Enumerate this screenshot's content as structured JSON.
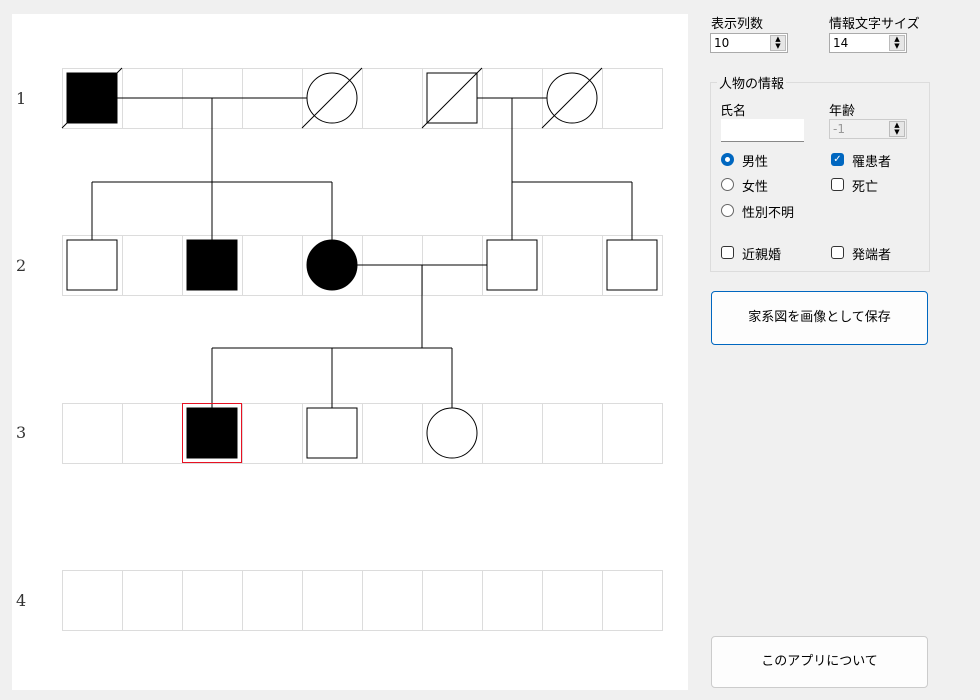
{
  "canvas": {
    "row_labels": [
      "1",
      "2",
      "3",
      "4"
    ]
  },
  "controls": {
    "columns_label": "表示列数",
    "columns_value": "10",
    "font_size_label": "情報文字サイズ",
    "font_size_value": "14"
  },
  "person": {
    "group_title": "人物の情報",
    "name_label": "氏名",
    "name_value": "",
    "age_label": "年齢",
    "age_value": "-1",
    "sex_options": [
      {
        "label": "男性",
        "selected": true
      },
      {
        "label": "女性",
        "selected": false
      },
      {
        "label": "性別不明",
        "selected": false
      }
    ],
    "affected_label": "罹患者",
    "affected": true,
    "deceased_label": "死亡",
    "deceased": false,
    "consanguinity_label": "近親婚",
    "consanguinity": false,
    "proband_label": "発端者",
    "proband": false
  },
  "buttons": {
    "save_image": "家系図を画像として保存",
    "about": "このアプリについて"
  },
  "colors": {
    "accent": "#0067c0",
    "selection": "#e81123"
  }
}
